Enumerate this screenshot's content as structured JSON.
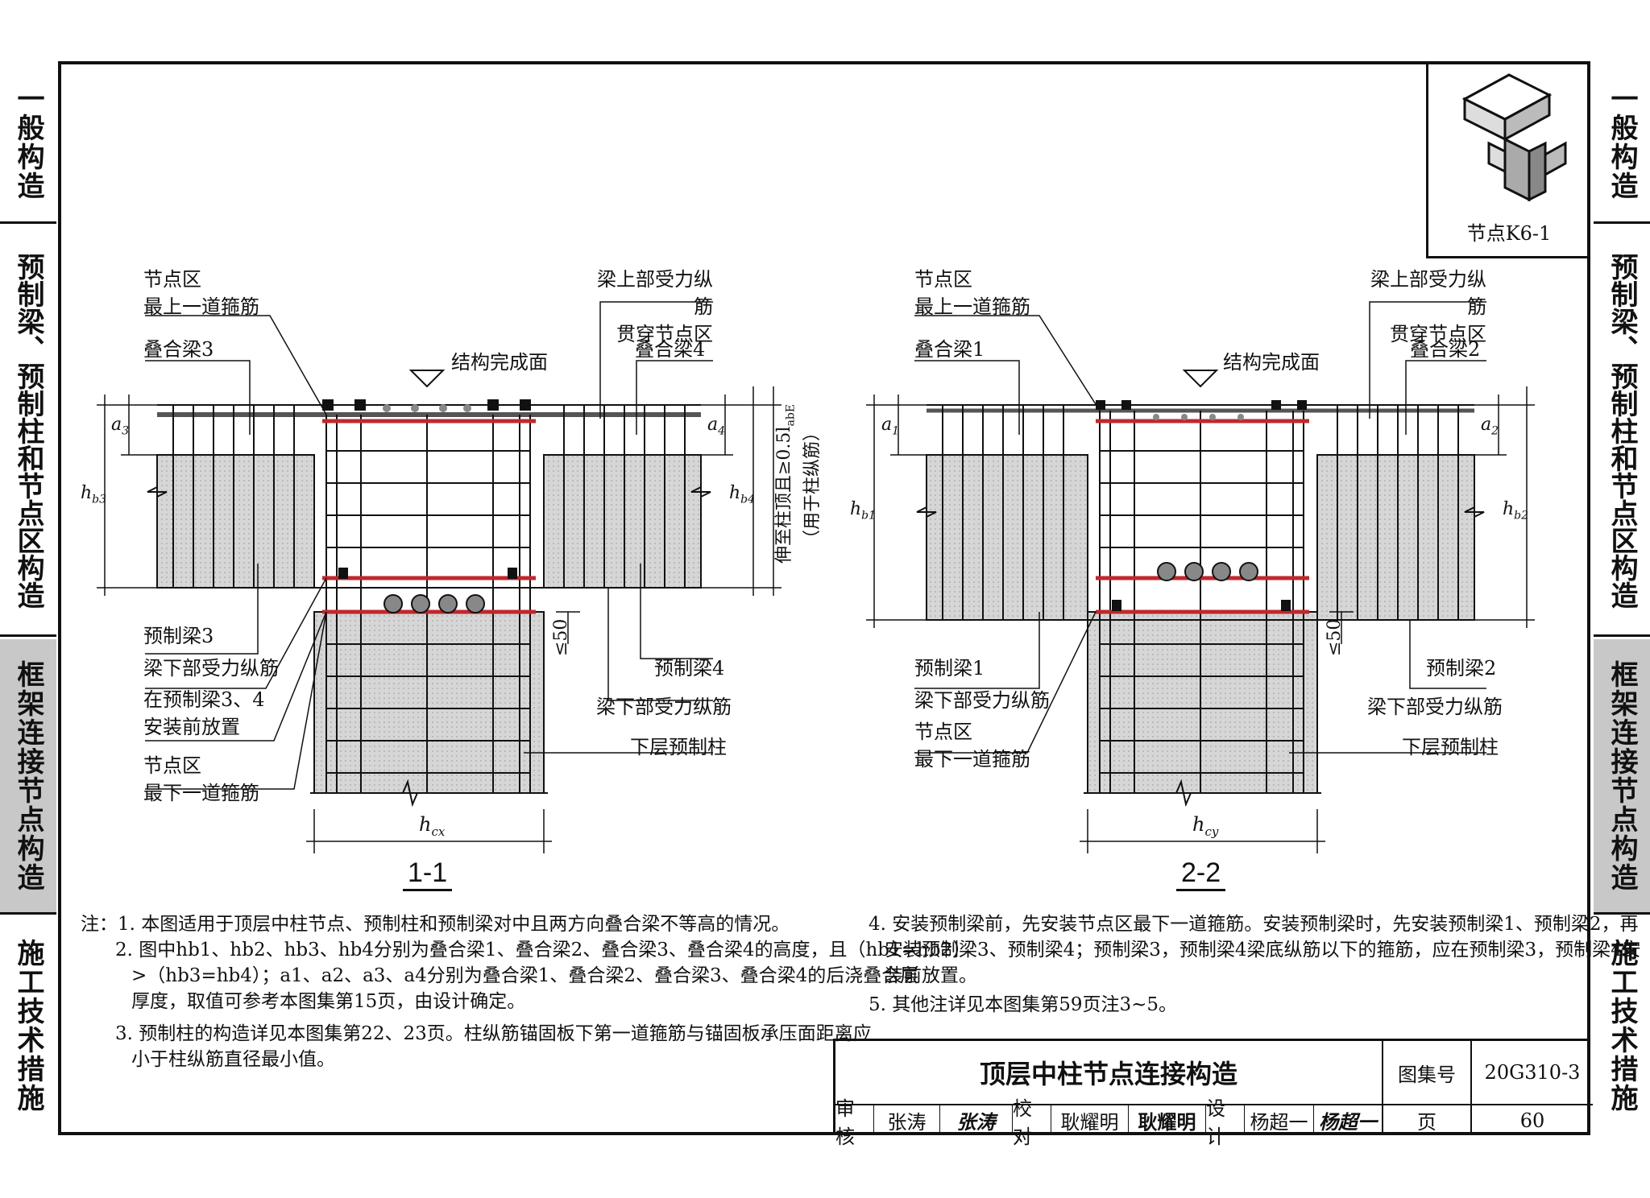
{
  "sidebar": {
    "tab1": "一般构造",
    "tab2": "预制梁、预制柱和节点区构造",
    "tab3": "框架连接节点构造",
    "tab4": "施工技术措施"
  },
  "node": {
    "label": "节点K6-1"
  },
  "section1": {
    "title": "1-1",
    "labels": {
      "node_top_stirrup": [
        "节点区",
        "最上一道箍筋"
      ],
      "beam3": "叠合梁3",
      "beam4": "叠合梁4",
      "top_bars": [
        "梁上部受力纵筋",
        "贯穿节点区"
      ],
      "finish": "结构完成面",
      "prebeam3": "预制梁3",
      "bottom_bars_left": "梁下部受力纵筋",
      "place_before": [
        "在预制梁3、4",
        "安装前放置"
      ],
      "node_bottom_stirrup": [
        "节点区",
        "最下一道箍筋"
      ],
      "prebeam4": "预制梁4",
      "bottom_bars_right": "梁下部受力纵筋",
      "lower_column": "下层预制柱",
      "extend": "伸至柱顶且≥0.5l",
      "extend_sub": "abE",
      "extend_note": "（用于柱纵筋）",
      "le50": "≤50"
    },
    "dims": {
      "a_left": "a",
      "a_left_sub": "3",
      "a_right": "a",
      "a_right_sub": "4",
      "h_left": "h",
      "h_left_sub": "b3",
      "h_right": "h",
      "h_right_sub": "b4",
      "hc": "h",
      "hc_sub": "cx"
    }
  },
  "section2": {
    "title": "2-2",
    "labels": {
      "node_top_stirrup": [
        "节点区",
        "最上一道箍筋"
      ],
      "beam1": "叠合梁1",
      "beam2": "叠合梁2",
      "top_bars": [
        "梁上部受力纵筋",
        "贯穿节点区"
      ],
      "finish": "结构完成面",
      "prebeam1": "预制梁1",
      "bottom_bars_left": "梁下部受力纵筋",
      "node_bottom_stirrup": [
        "节点区",
        "最下一道箍筋"
      ],
      "prebeam2": "预制梁2",
      "bottom_bars_right": "梁下部受力纵筋",
      "lower_column": "下层预制柱",
      "le50": "≤50"
    },
    "dims": {
      "a_left": "a",
      "a_left_sub": "1",
      "a_right": "a",
      "a_right_sub": "2",
      "h_left": "h",
      "h_left_sub": "b1",
      "h_right": "h",
      "h_right_sub": "b2",
      "hc": "h",
      "hc_sub": "cy"
    }
  },
  "notes": {
    "n1": "注：1. 本图适用于顶层中柱节点、预制柱和预制梁对中且两方向叠合梁不等高的情况。",
    "n2a": "2. 图中hb1、hb2、hb3、hb4分别为叠合梁1、叠合梁2、叠合梁3、叠合梁4的高度，且（hb1=hb2）",
    "n2b": ">（hb3=hb4）；a1、a2、a3、a4分别为叠合梁1、叠合梁2、叠合梁3、叠合梁4的后浇叠合层",
    "n2c": "厚度，取值可参考本图集第15页，由设计确定。",
    "n3a": "3. 预制柱的构造详见本图集第22、23页。柱纵筋锚固板下第一道箍筋与锚固板承压面距离应",
    "n3b": "小于柱纵筋直径最小值。",
    "n4a": "4. 安装预制梁前，先安装节点区最下一道箍筋。安装预制梁时，先安装预制梁1、预制梁2，再",
    "n4b": "安装预制梁3、预制梁4；预制梁3，预制梁4梁底纵筋以下的箍筋，应在预制梁3，预制梁4安",
    "n4c": "装前放置。",
    "n5": "5. 其他注详见本图集第59页注3~5。"
  },
  "titleblock": {
    "title": "顶层中柱节点连接构造",
    "atlas_label": "图集号",
    "atlas_no": "20G310-3",
    "review_label": "审核",
    "reviewer": "张涛",
    "reviewer_sig": "张涛",
    "check_label": "校对",
    "checker": "耿耀明",
    "checker_sig": "耿耀明",
    "design_label": "设计",
    "designer": "杨超一",
    "designer_sig": "杨超一",
    "page_label": "页",
    "page_no": "60"
  }
}
